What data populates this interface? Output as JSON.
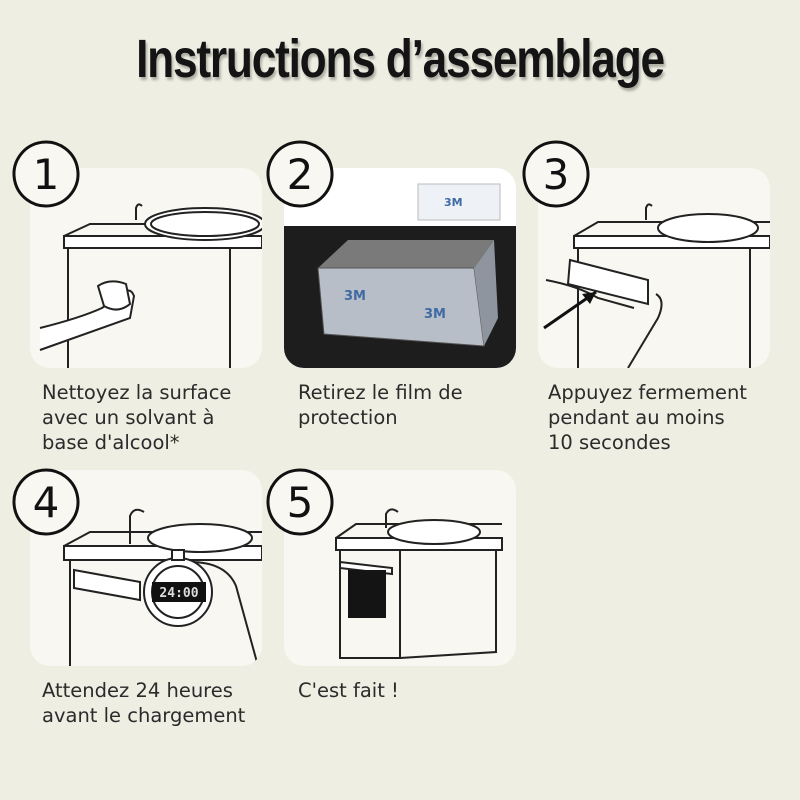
{
  "title": "Instructions d’assemblage",
  "steps": [
    {
      "number": "1",
      "caption": "Nettoyez la surface\navec un solvant à\nbase d'alcool*"
    },
    {
      "number": "2",
      "caption": "Retirez le film de\nprotection"
    },
    {
      "number": "3",
      "caption": "Appuyez fermement\npendant au moins\n10 secondes"
    },
    {
      "number": "4",
      "caption": "Attendez 24 heures\navant le chargement"
    },
    {
      "number": "5",
      "caption": "C'est fait !"
    }
  ],
  "tape_label": "3M",
  "timer_display": "24:00"
}
